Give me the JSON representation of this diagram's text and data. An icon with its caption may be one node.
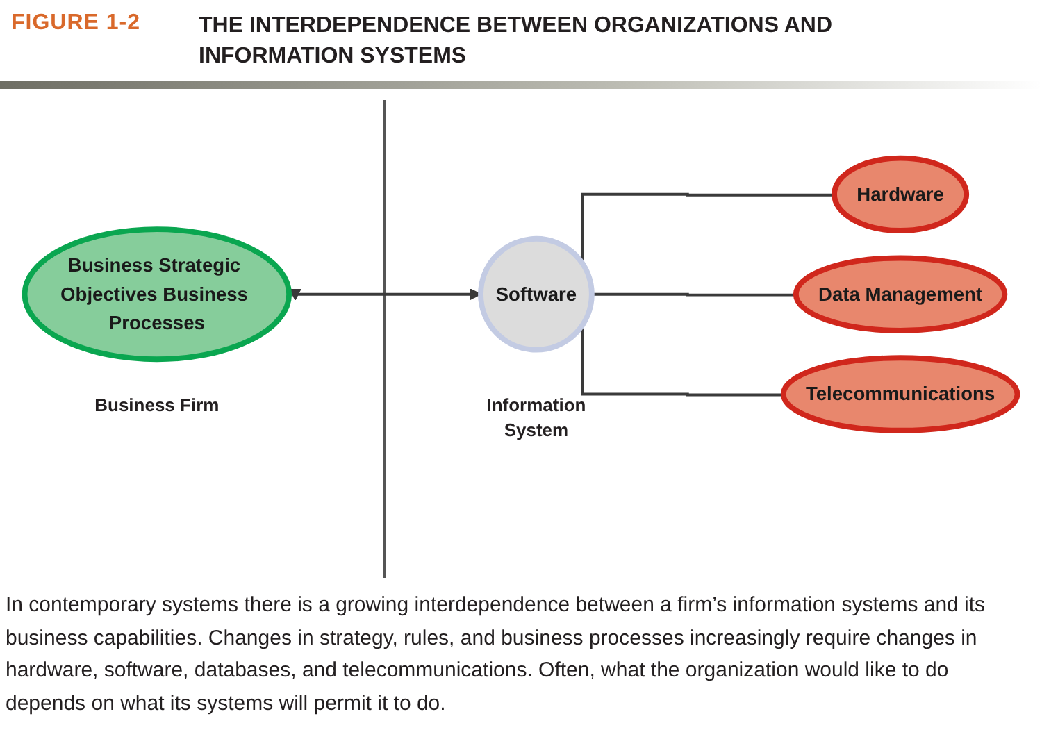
{
  "diagram": {
    "title": "THE INTERDEPENDENCE BETWEEN ORGANIZATIONS AND INFORMATION SYSTEMS",
    "caption": "In contemporary systems there is a growing interdependence between a firm’s information systems and its business capabilities. Changes in strategy, rules, and business processes increasingly require changes in hardware, software, databases, and telecommunications. Often, what the organization would like to do depends on what its systems will permit it to do.",
    "nodes": [
      {
        "text": [
          "Business Strategic Objectives Business Processes"
        ]
      },
      {
        "text": [
          "Software"
        ]
      },
      {
        "text": [
          "Hardware"
        ]
      },
      {
        "text": [
          "Data Management"
        ]
      },
      {
        "text": [
          "Telecommunications"
        ]
      }
    ],
    "edges": [
      {
        "from": 0,
        "to": 1,
        "arrow": "both"
      },
      {
        "from": 1,
        "to": 2,
        "arrow": "none"
      },
      {
        "from": 1,
        "to": 3,
        "arrow": "none"
      },
      {
        "from": 1,
        "to": 4,
        "arrow": "none"
      }
    ],
    "labels": [
      "FIGURE 1-2",
      "Business Firm",
      "Information System"
    ]
  }
}
